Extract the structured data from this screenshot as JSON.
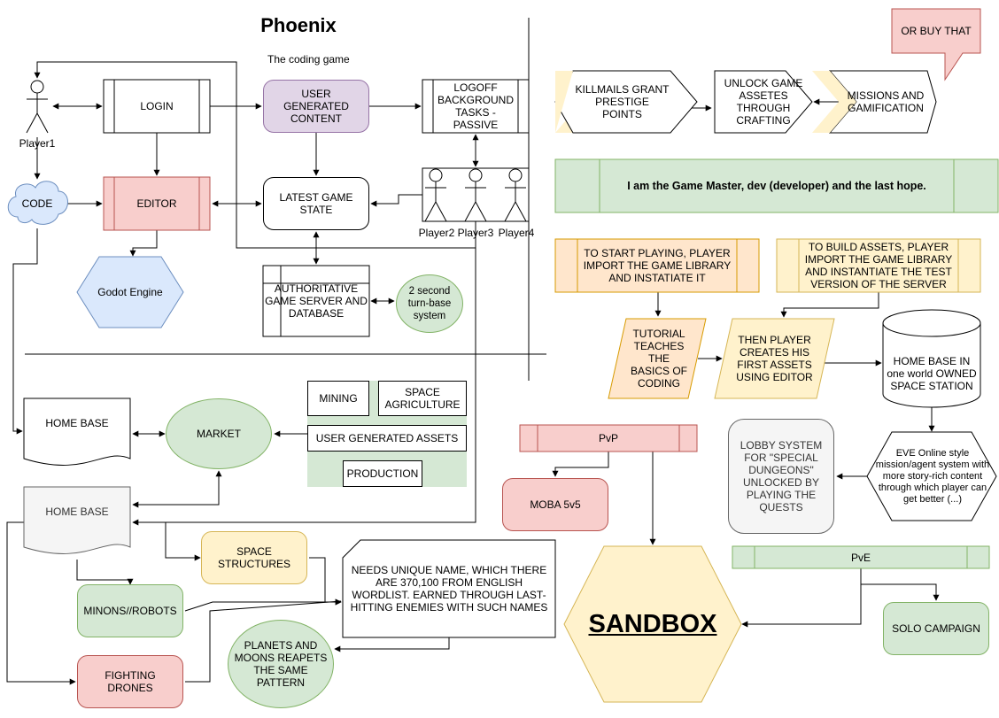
{
  "title": "Phoenix",
  "subtitle": "The coding game",
  "actors": {
    "player1": "Player1",
    "player2": "Player2",
    "player3": "Player3",
    "player4": "Player4"
  },
  "nodes": {
    "login": "LOGIN",
    "ugc": "USER GENERATED CONTENT",
    "logoff": "LOGOFF BACKGROUND TASKS - PASSIVE",
    "code": "CODE",
    "editor": "EDITOR",
    "latest_state": "LATEST GAME STATE",
    "godot": "Godot Engine",
    "auth_server": "AUTHORITATIVE GAME SERVER AND DATABASE",
    "turn_base": "2 second turn-base system",
    "home_base_1": "HOME BASE",
    "market": "MARKET",
    "mining": "MINING",
    "space_agri": "SPACE AGRICULTURE",
    "ug_assets": "USER GENERATED ASSETS",
    "production": "PRODUCTION",
    "home_base_2": "HOME BASE",
    "space_structures": "SPACE STRUCTURES",
    "minions": "MINONS//ROBOTS",
    "unique_name": "NEEDS UNIQUE NAME, WHICH THERE ARE 370,100 FROM ENGLISH WORDLIST. EARNED THROUGH LAST-HITTING ENEMIES WITH SUCH NAMES",
    "planets": "PLANETS AND MOONS REAPETS THE SAME PATTERN",
    "fighting_drones": "FIGHTING DRONES",
    "or_buy": "OR BUY THAT",
    "killmails": "KILLMAILS GRANT PRESTIGE POINTS",
    "unlock_assets": "UNLOCK GAME ASSETES THROUGH CRAFTING",
    "missions": "MISSIONS AND GAMIFICATION",
    "game_master": "I am the Game Master, dev (developer) and the last hope.",
    "start_playing": "TO START PLAYING, PLAYER IMPORT THE GAME LIBRARY AND INSTATIATE IT",
    "build_assets": "TO BUILD ASSETS, PLAYER IMPORT THE GAME LIBRARY AND INSTANTIATE THE TEST VERSION OF THE SERVER",
    "tutorial": "TUTORIAL TEACHES THE BASICS OF CODING",
    "first_assets": "THEN PLAYER CREATES HIS FIRST ASSETS USING EDITOR",
    "home_station": "HOME BASE IN one world OWNED SPACE STATION",
    "eve_online": "EVE Online style mission/agent system with more story-rich content through which player can get better (...)",
    "lobby": "LOBBY SYSTEM FOR \"SPECIAL DUNGEONS\" UNLOCKED BY PLAYING THE QUESTS",
    "pvp": "PvP",
    "moba": "MOBA 5v5",
    "sandbox": "SANDBOX",
    "pve": "PvE",
    "solo": "SOLO CAMPAIGN"
  }
}
